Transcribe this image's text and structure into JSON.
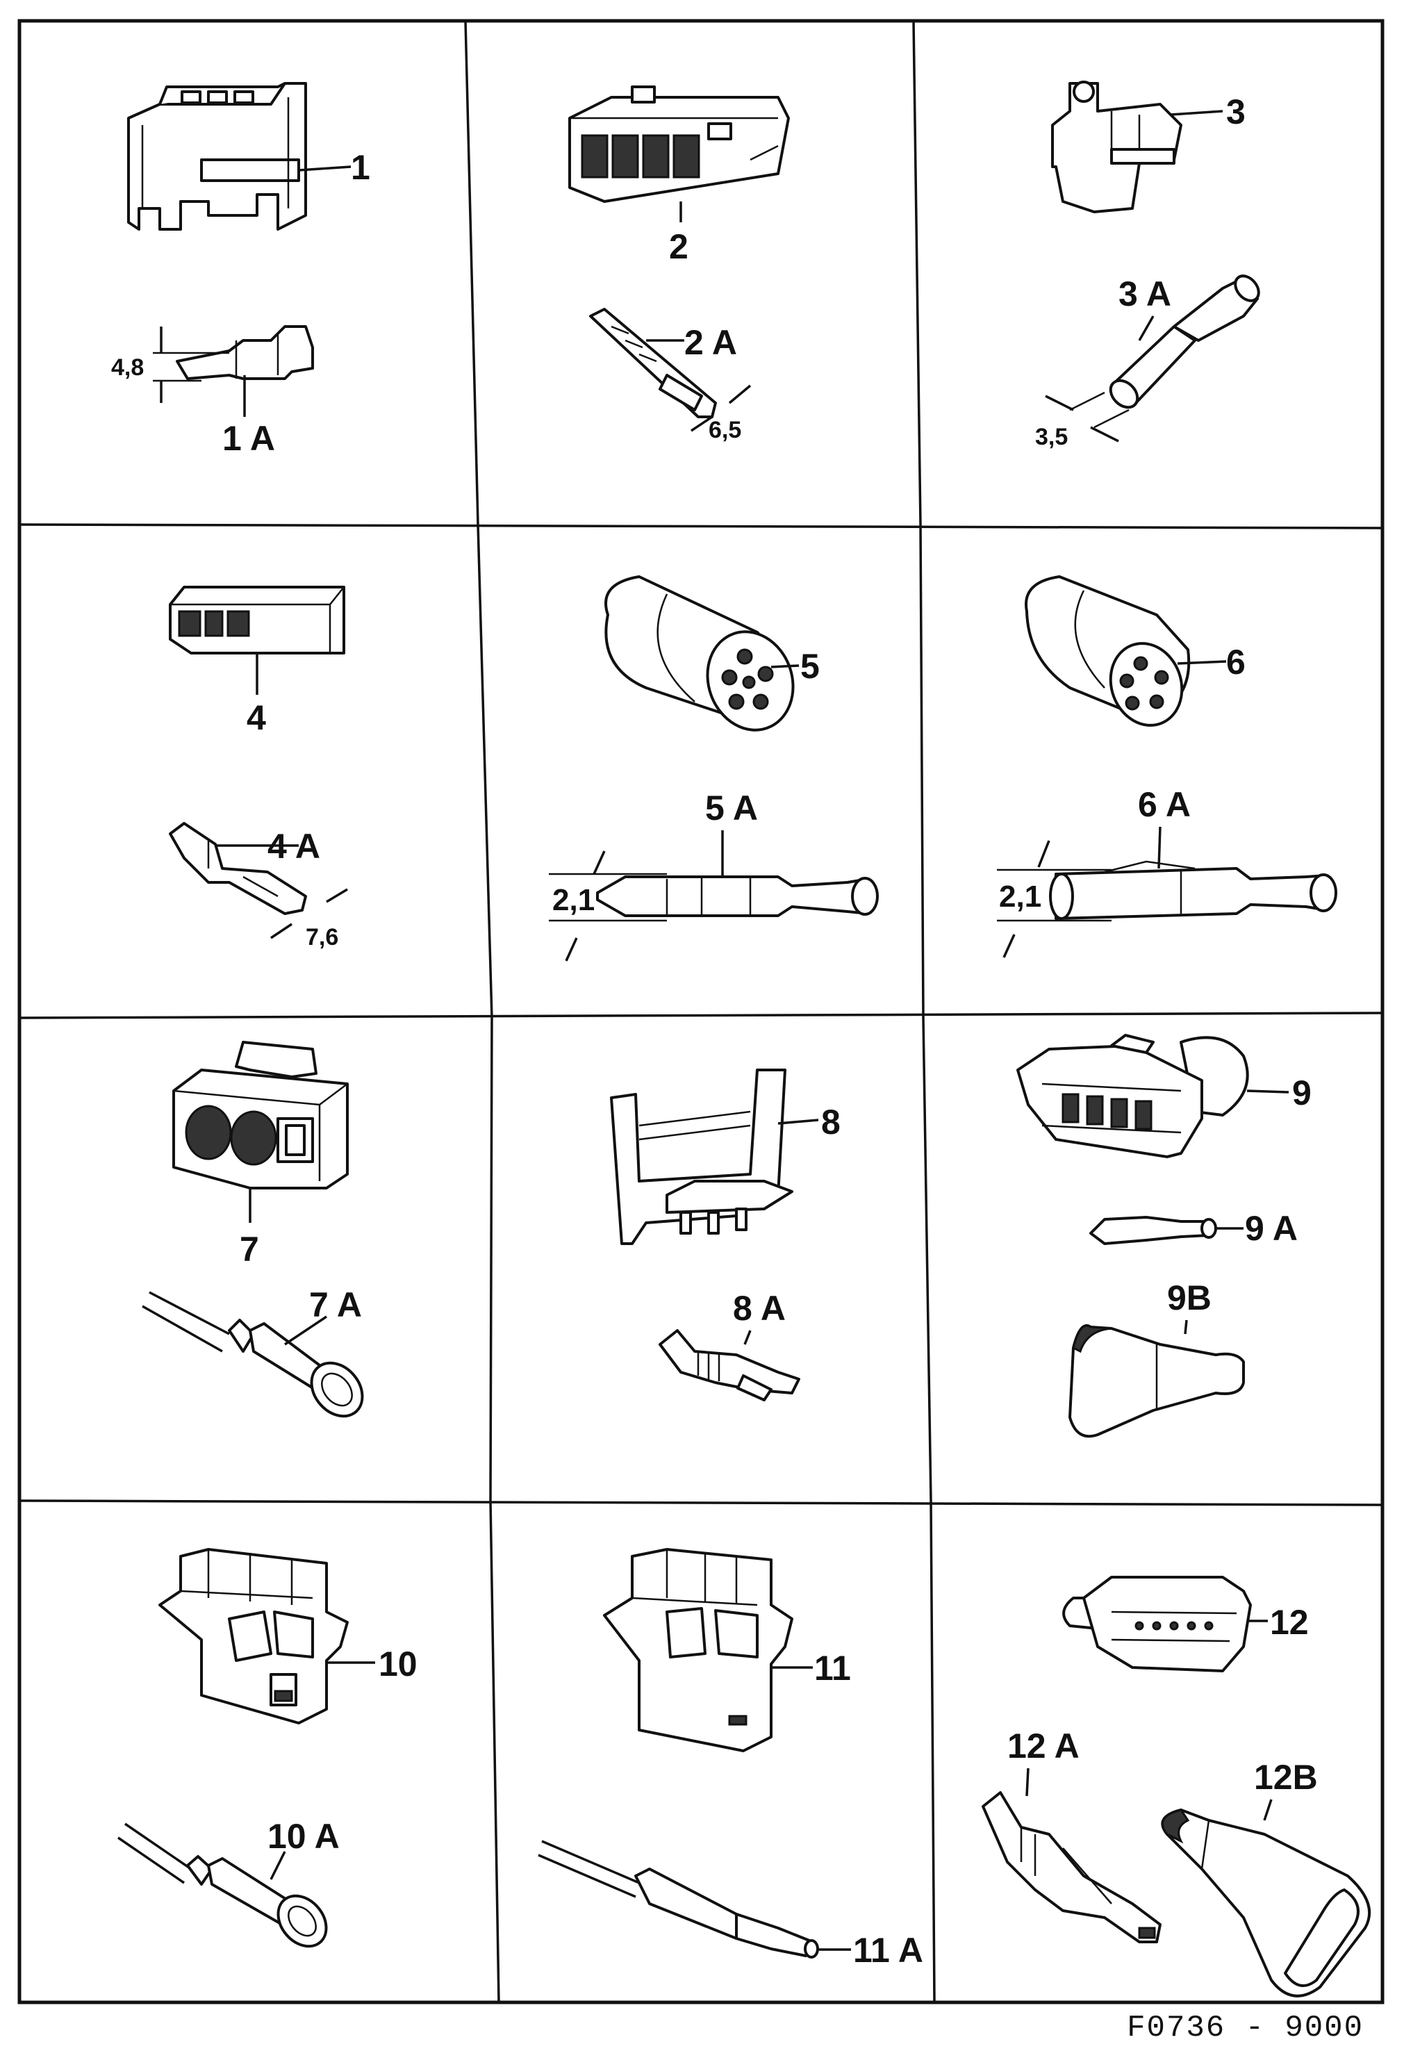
{
  "figure_ref": "F0736 - 9000",
  "cells": [
    {
      "id": "c1",
      "items": [
        {
          "key": "label_1",
          "text": "1"
        },
        {
          "key": "label_1a",
          "text": "1 A"
        },
        {
          "key": "dim_1a",
          "text": "4,8"
        }
      ]
    },
    {
      "id": "c2",
      "items": [
        {
          "key": "label_2",
          "text": "2"
        },
        {
          "key": "label_2a",
          "text": "2 A"
        },
        {
          "key": "dim_2a",
          "text": "6,5"
        }
      ]
    },
    {
      "id": "c3",
      "items": [
        {
          "key": "label_3",
          "text": "3"
        },
        {
          "key": "label_3a",
          "text": "3 A"
        },
        {
          "key": "dim_3a",
          "text": "3,5"
        }
      ]
    },
    {
      "id": "c4",
      "items": [
        {
          "key": "label_4",
          "text": "4"
        },
        {
          "key": "label_4a",
          "text": "4 A"
        },
        {
          "key": "dim_4a",
          "text": "7,6"
        }
      ]
    },
    {
      "id": "c5",
      "items": [
        {
          "key": "label_5",
          "text": "5"
        },
        {
          "key": "label_5a",
          "text": "5 A"
        },
        {
          "key": "dim_5a",
          "text": "2,1"
        }
      ]
    },
    {
      "id": "c6",
      "items": [
        {
          "key": "label_6",
          "text": "6"
        },
        {
          "key": "label_6a",
          "text": "6 A"
        },
        {
          "key": "dim_6a",
          "text": "2,1"
        }
      ]
    },
    {
      "id": "c7",
      "items": [
        {
          "key": "label_7",
          "text": "7"
        },
        {
          "key": "label_7a",
          "text": "7 A"
        }
      ]
    },
    {
      "id": "c8",
      "items": [
        {
          "key": "label_8",
          "text": "8"
        },
        {
          "key": "label_8a",
          "text": "8 A"
        }
      ]
    },
    {
      "id": "c9",
      "items": [
        {
          "key": "label_9",
          "text": "9"
        },
        {
          "key": "label_9a",
          "text": "9 A"
        },
        {
          "key": "label_9b",
          "text": "9B"
        }
      ]
    },
    {
      "id": "c10",
      "items": [
        {
          "key": "label_10",
          "text": "10"
        },
        {
          "key": "label_10a",
          "text": "10 A"
        }
      ]
    },
    {
      "id": "c11",
      "items": [
        {
          "key": "label_11",
          "text": "11"
        },
        {
          "key": "label_11a",
          "text": "11 A"
        }
      ]
    },
    {
      "id": "c12",
      "items": [
        {
          "key": "label_12",
          "text": "12"
        },
        {
          "key": "label_12a",
          "text": "12 A"
        },
        {
          "key": "label_12b",
          "text": "12B"
        }
      ]
    }
  ]
}
